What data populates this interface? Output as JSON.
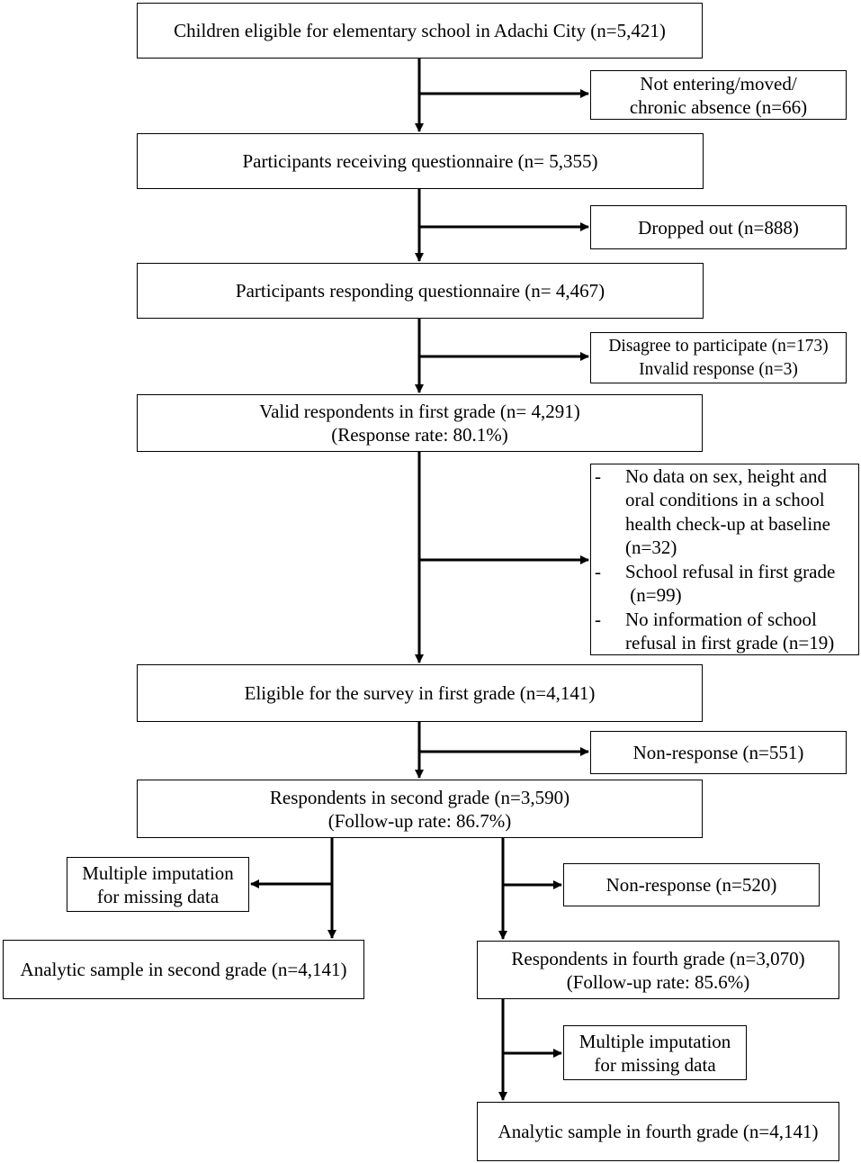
{
  "boxes": {
    "eligible_children": [
      "Children eligible for elementary school in Adachi City (n=5,421)"
    ],
    "not_entering": [
      "Not entering/moved/",
      "chronic absence (n=66)"
    ],
    "receiving": [
      "Participants receiving questionnaire (n= 5,355)"
    ],
    "dropped_out": [
      "Dropped out (n=888)"
    ],
    "responding": [
      "Participants responding questionnaire (n= 4,467)"
    ],
    "disagree": [
      "Disagree to participate (n=173)",
      "Invalid response (n=3)"
    ],
    "valid_first": [
      "Valid respondents in first grade (n= 4,291)",
      "(Response rate: 80.1%)"
    ],
    "exclusions": [
      {
        "dash": "-",
        "lines": [
          "No data on sex, height and",
          "oral conditions in a school",
          "health check-up at baseline",
          "(n=32)"
        ]
      },
      {
        "dash": "-",
        "lines": [
          "School refusal in first grade",
          " (n=99)"
        ]
      },
      {
        "dash": "-",
        "lines": [
          "No information of school",
          "refusal in first grade (n=19)"
        ]
      }
    ],
    "eligible_survey": [
      "Eligible for the survey in first grade (n=4,141)"
    ],
    "nonresponse_1": [
      "Non-response (n=551)"
    ],
    "second_grade": [
      "Respondents in second grade (n=3,590)",
      "(Follow-up rate: 86.7%)"
    ],
    "imputation_1": [
      "Multiple imputation",
      "for missing data"
    ],
    "nonresponse_2": [
      "Non-response (n=520)"
    ],
    "analytic_second": [
      "Analytic sample in second grade (n=4,141)"
    ],
    "fourth_grade": [
      "Respondents in fourth grade (n=3,070)",
      "(Follow-up rate: 85.6%)"
    ],
    "imputation_2": [
      "Multiple imputation",
      "for missing data"
    ],
    "analytic_fourth": [
      "Analytic sample in fourth grade (n=4,141)"
    ]
  }
}
